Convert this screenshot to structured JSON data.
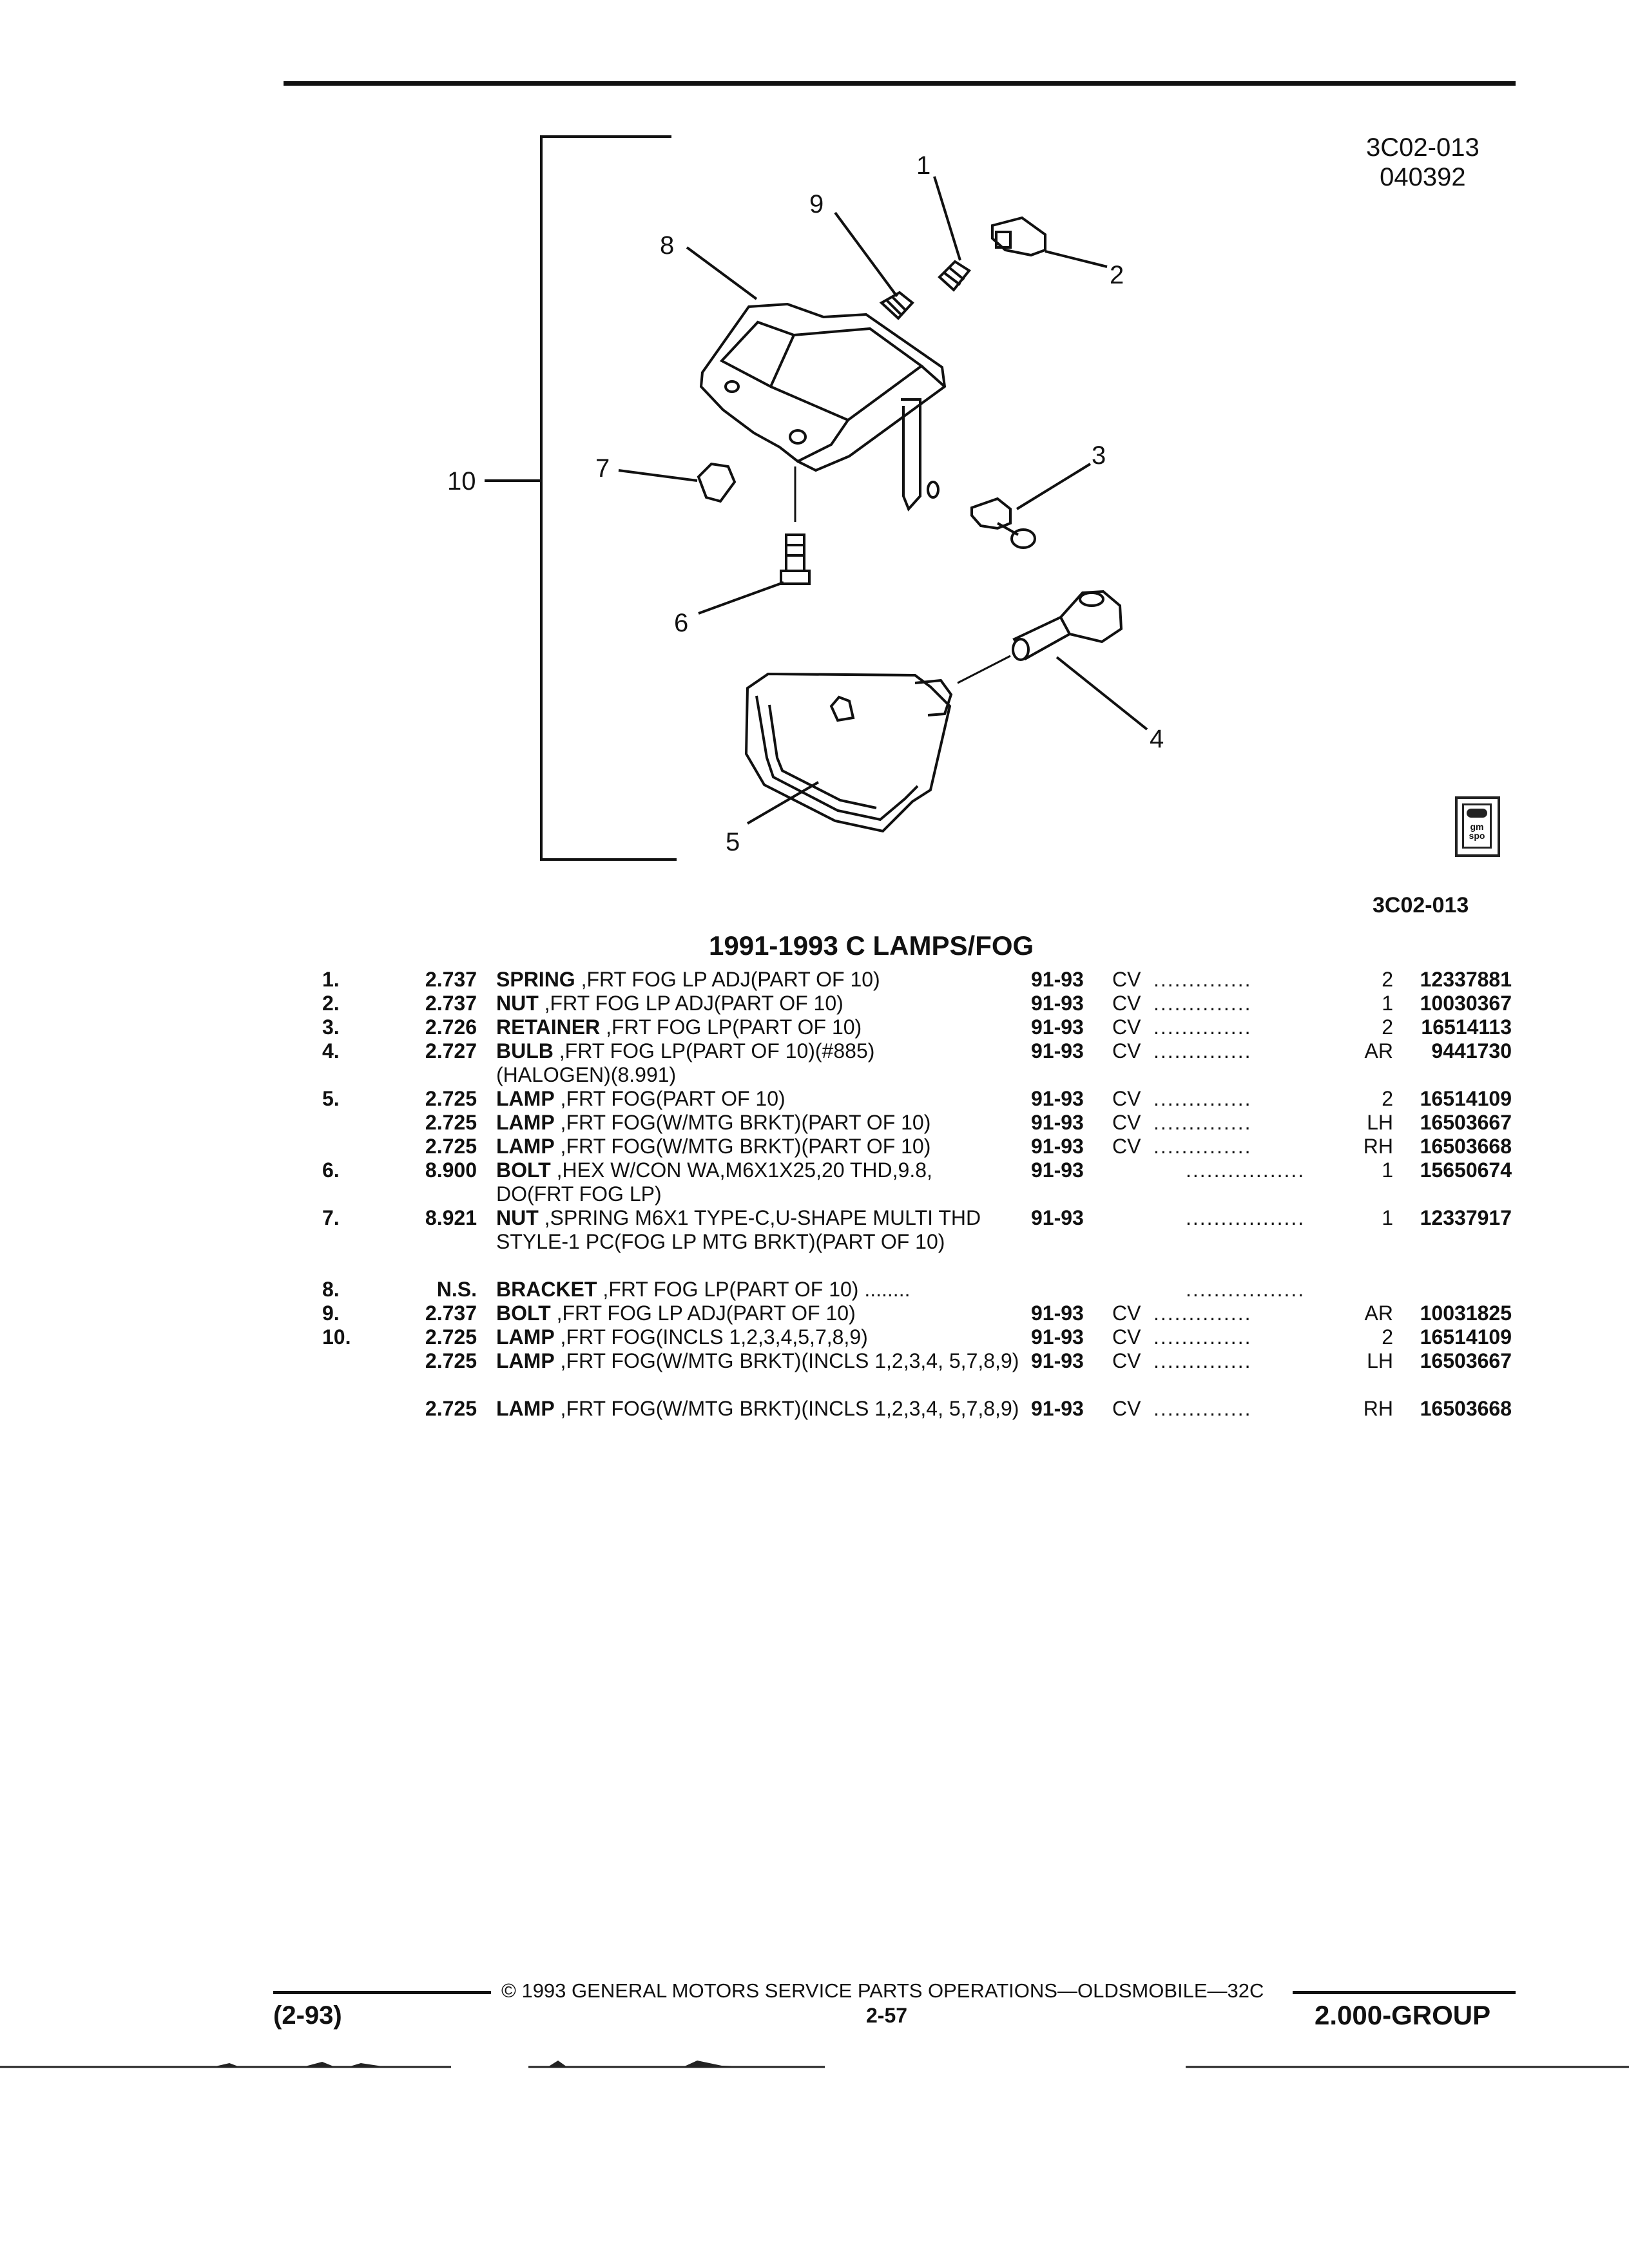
{
  "header": {
    "illustration_code": "3C02-013",
    "illustration_date": "040392"
  },
  "illustration": {
    "callouts": [
      "1",
      "2",
      "3",
      "4",
      "5",
      "6",
      "7",
      "8",
      "9",
      "10"
    ],
    "logo_text": "gm spo",
    "figure_ref": "3C02-013"
  },
  "section_title": "1991-1993 C LAMPS/FOG",
  "parts": [
    {
      "idx": "1.",
      "group": "2.737",
      "name": "SPRING",
      "desc": " ,FRT FOG LP ADJ(PART OF 10)",
      "years": "91-93",
      "series": "CV",
      "qty": "2",
      "part_no": "12337881"
    },
    {
      "idx": "2.",
      "group": "2.737",
      "name": "NUT",
      "desc": " ,FRT FOG LP ADJ(PART OF 10)",
      "years": "91-93",
      "series": "CV",
      "qty": "1",
      "part_no": "10030367"
    },
    {
      "idx": "3.",
      "group": "2.726",
      "name": "RETAINER",
      "desc": " ,FRT FOG LP(PART OF 10)",
      "years": "91-93",
      "series": "CV",
      "qty": "2",
      "part_no": "16514113"
    },
    {
      "idx": "4.",
      "group": "2.727",
      "name": "BULB",
      "desc": " ,FRT FOG LP(PART OF 10)(#885) (HALOGEN)(8.991)",
      "years": "91-93",
      "series": "CV",
      "qty": "AR",
      "part_no": "9441730"
    },
    {
      "idx": "5.",
      "group": "2.725",
      "name": "LAMP",
      "desc": " ,FRT FOG(PART OF 10)",
      "years": "91-93",
      "series": "CV",
      "qty": "2",
      "part_no": "16514109"
    },
    {
      "idx": "",
      "group": "2.725",
      "name": "LAMP",
      "desc": " ,FRT FOG(W/MTG BRKT)(PART OF 10)",
      "years": "91-93",
      "series": "CV",
      "qty": "LH",
      "part_no": "16503667"
    },
    {
      "idx": "",
      "group": "2.725",
      "name": "LAMP",
      "desc": " ,FRT FOG(W/MTG BRKT)(PART OF 10)",
      "years": "91-93",
      "series": "CV",
      "qty": "RH",
      "part_no": "16503668"
    },
    {
      "idx": "6.",
      "group": "8.900",
      "name": "BOLT",
      "desc": " ,HEX W/CON WA,M6X1X25,20 THD,9.8, DO(FRT FOG LP)",
      "years": "91-93",
      "series": "",
      "qty": "1",
      "part_no": "15650674"
    },
    {
      "idx": "7.",
      "group": "8.921",
      "name": "NUT",
      "desc": " ,SPRING M6X1 TYPE-C,U-SHAPE MULTI THD STYLE-1 PC(FOG LP MTG BRKT)(PART OF 10)",
      "years": "91-93",
      "series": "",
      "qty": "1",
      "part_no": "12337917"
    },
    {
      "idx": "8.",
      "group": "N.S.",
      "name": "BRACKET",
      "desc": " ,FRT FOG LP(PART OF 10)",
      "years": "",
      "series": "",
      "qty": "",
      "part_no": ""
    },
    {
      "idx": "9.",
      "group": "2.737",
      "name": "BOLT",
      "desc": " ,FRT FOG LP ADJ(PART OF 10)",
      "years": "91-93",
      "series": "CV",
      "qty": "AR",
      "part_no": "10031825"
    },
    {
      "idx": "10.",
      "group": "2.725",
      "name": "LAMP",
      "desc": " ,FRT FOG(INCLS 1,2,3,4,5,7,8,9)",
      "years": "91-93",
      "series": "CV",
      "qty": "2",
      "part_no": "16514109"
    },
    {
      "idx": "",
      "group": "2.725",
      "name": "LAMP",
      "desc": " ,FRT FOG(W/MTG BRKT)(INCLS 1,2,3,4, 5,7,8,9)",
      "years": "91-93",
      "series": "CV",
      "qty": "LH",
      "part_no": "16503667"
    },
    {
      "idx": "",
      "group": "2.725",
      "name": "LAMP",
      "desc": " ,FRT FOG(W/MTG BRKT)(INCLS 1,2,3,4, 5,7,8,9)",
      "years": "91-93",
      "series": "CV",
      "qty": "RH",
      "part_no": "16503668"
    }
  ],
  "footer": {
    "copyright": "© 1993 GENERAL MOTORS SERVICE PARTS OPERATIONS—OLDSMOBILE—32C",
    "date": "(2-93)",
    "page": "2-57",
    "group": "2.000-GROUP"
  }
}
